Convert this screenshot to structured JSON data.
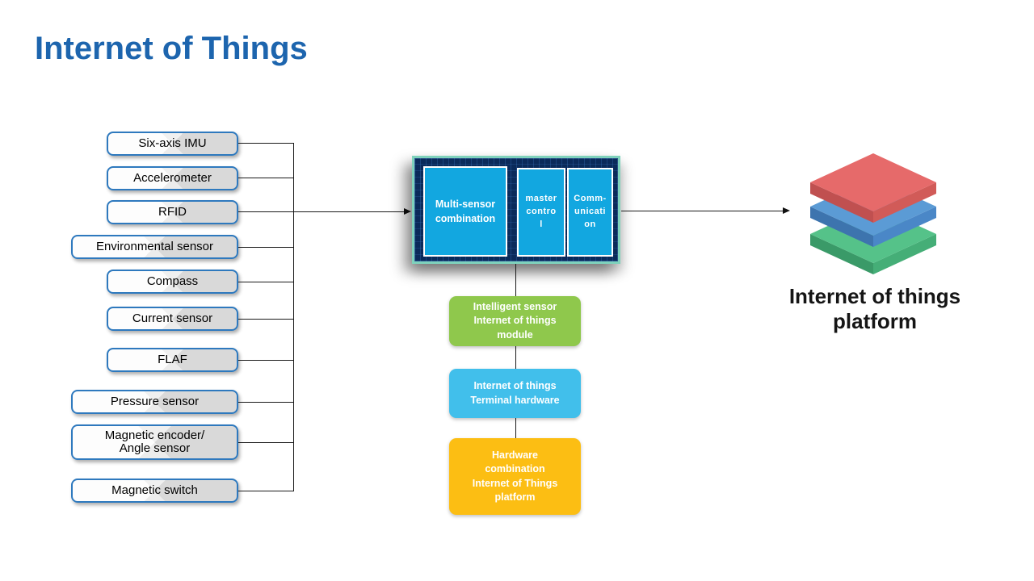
{
  "slide_title": "Internet of Things",
  "sensors": [
    "Six-axis IMU",
    "Accelerometer",
    "RFID",
    "Environmental sensor",
    "Compass",
    "Current sensor",
    "FLAF",
    "Pressure sensor",
    "Magnetic encoder/\nAngle sensor",
    "Magnetic switch"
  ],
  "chip": {
    "multi_sensor": "Multi-sensor\ncombination",
    "master_control": "master\ncontro\nl",
    "communication": "Comm-\nunicati\non"
  },
  "flow": {
    "module": "Intelligent sensor\nInternet of things\nmodule",
    "terminal": "Internet of things\nTerminal hardware",
    "hardware": "Hardware\ncombination\nInternet of Things\nplatform"
  },
  "platform": {
    "label": "Internet of things\nplatform",
    "layers": [
      "red-layer",
      "blue-layer",
      "green-layer"
    ]
  },
  "colors": {
    "title": "#1D65AE",
    "button_border": "#2E79BE",
    "chip_border": "#7FD2BC",
    "chip_background": "#0A2A5A",
    "chip_module": "#12A7E0",
    "module_green": "#8FC84C",
    "terminal_blue": "#41BFEB",
    "hardware_yellow": "#FCBE13",
    "layer_red": "#E66A6A",
    "layer_blue": "#5B9BD5",
    "layer_green": "#55C289"
  }
}
